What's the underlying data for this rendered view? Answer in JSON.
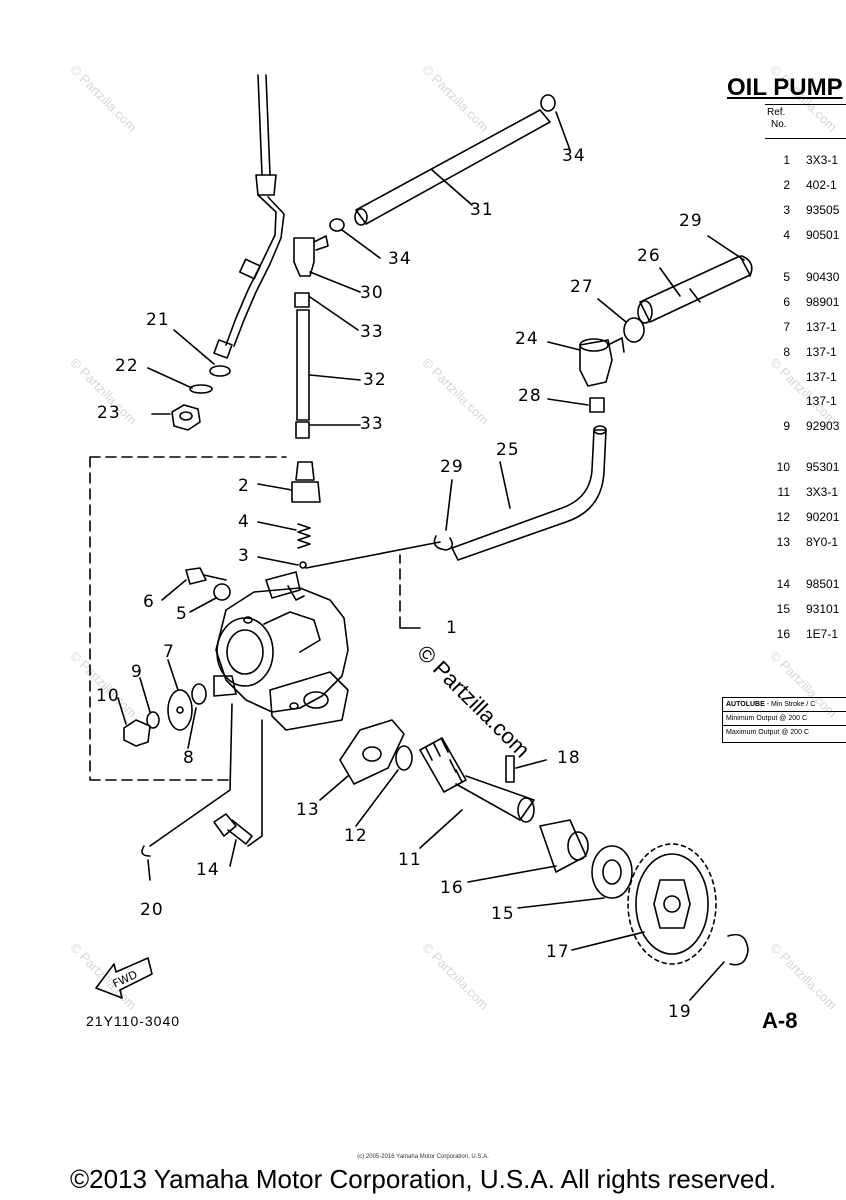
{
  "header": {
    "title": "OIL PUMP",
    "col_ref": "Ref.",
    "col_no": "No."
  },
  "parts_list": [
    {
      "ref": "1",
      "part": "3X3-1"
    },
    {
      "ref": "2",
      "part": "402-1"
    },
    {
      "ref": "3",
      "part": "93505"
    },
    {
      "ref": "4",
      "part": "90501"
    },
    {
      "ref": "5",
      "part": "90430"
    },
    {
      "ref": "6",
      "part": "98901"
    },
    {
      "ref": "7",
      "part": "137-1"
    },
    {
      "ref": "8",
      "part": "137-1"
    },
    {
      "ref": "",
      "part": "137-1"
    },
    {
      "ref": "",
      "part": "137-1"
    },
    {
      "ref": "9",
      "part": "92903"
    },
    {
      "ref": "10",
      "part": "95301"
    },
    {
      "ref": "11",
      "part": "3X3-1"
    },
    {
      "ref": "12",
      "part": "90201"
    },
    {
      "ref": "13",
      "part": "8Y0-1"
    },
    {
      "ref": "14",
      "part": "98501"
    },
    {
      "ref": "15",
      "part": "93101"
    },
    {
      "ref": "16",
      "part": "1E7-1"
    }
  ],
  "autolube": {
    "heading_bold": "AUTOLUBE",
    "heading_rest": " - Min Stroke / C",
    "min_output": "Minimum Output @ 200 C",
    "max_output": "Maximum Output @ 200 C"
  },
  "diagram": {
    "callouts": [
      "1",
      "2",
      "3",
      "4",
      "5",
      "6",
      "7",
      "8",
      "9",
      "10",
      "11",
      "12",
      "13",
      "14",
      "15",
      "16",
      "17",
      "18",
      "19",
      "20",
      "21",
      "22",
      "23",
      "24",
      "25",
      "26",
      "27",
      "28",
      "29",
      "29",
      "30",
      "31",
      "32",
      "33",
      "33",
      "34",
      "34"
    ],
    "fwd_label": "FWD",
    "figure_code": "21Y110-3040",
    "page_id": "A-8"
  },
  "watermark": {
    "text": "© Partzilla.com"
  },
  "footer": {
    "small_copyright": "(c) 2005-2016 Yamaha Motor Corporation, U.S.A.",
    "copyright": "©2013 Yamaha Motor Corporation, U.S.A. All rights reserved."
  }
}
